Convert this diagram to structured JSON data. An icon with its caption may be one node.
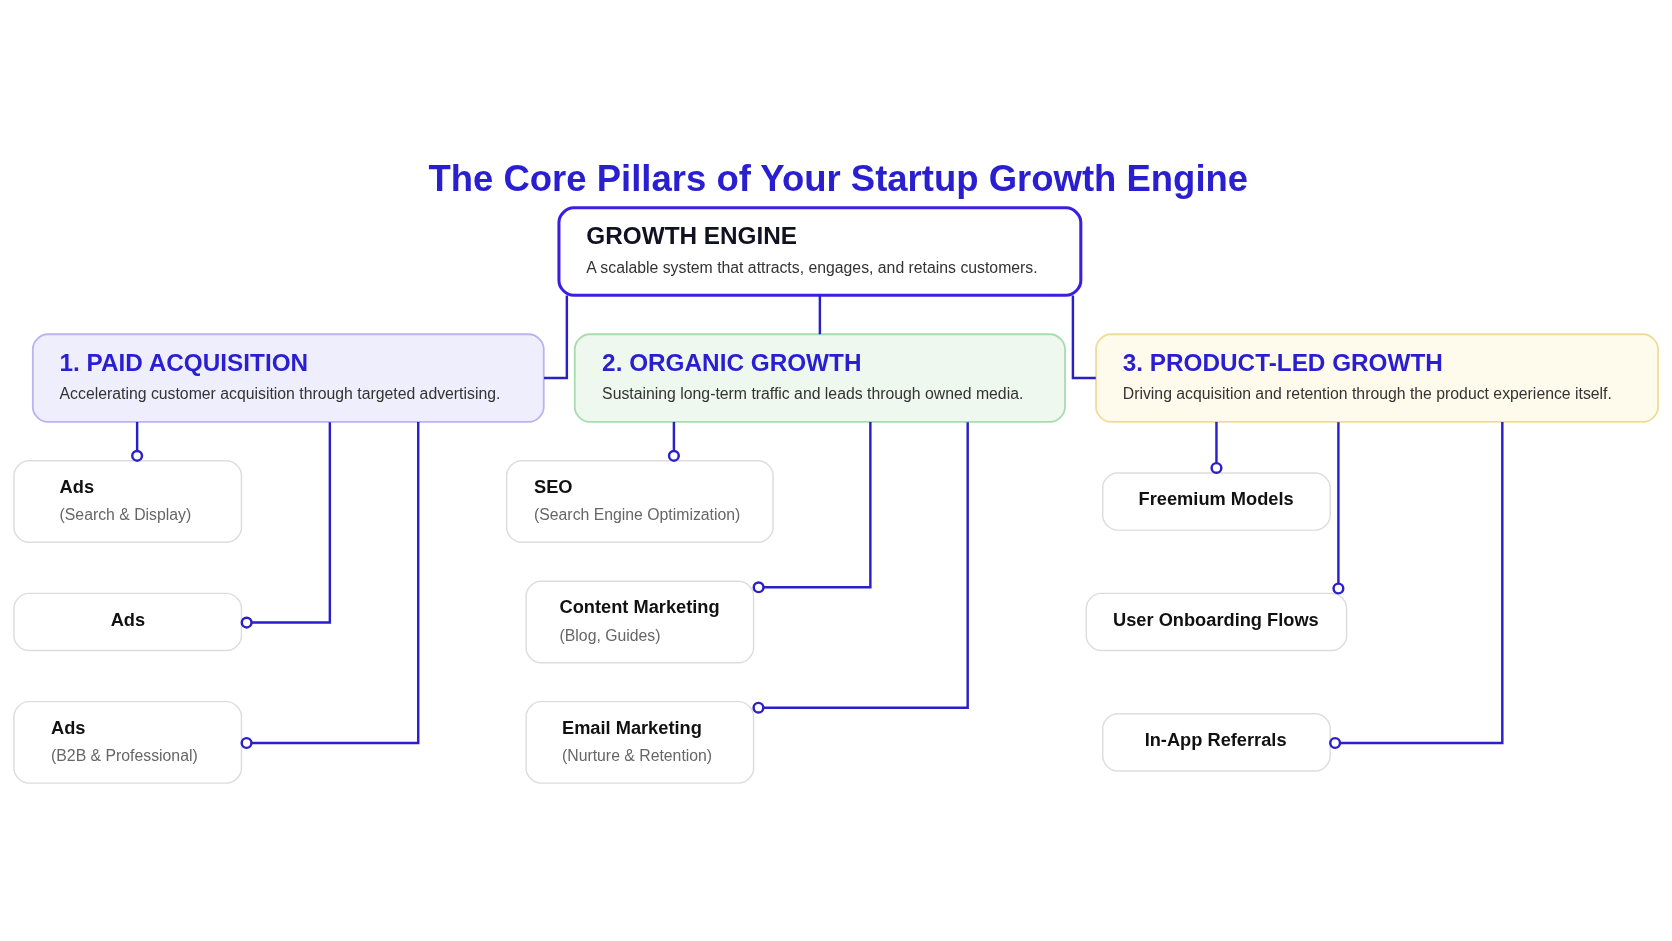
{
  "diagram": {
    "title": "The Core Pillars of Your Startup Growth Engine",
    "nodes": [
      {
        "text": [
          "GROWTH ENGINE",
          "A scalable system that attracts, engages, and retains customers."
        ]
      },
      {
        "text": [
          "1. PAID ACQUISITION",
          "Accelerating customer acquisition through targeted advertising."
        ]
      },
      {
        "text": [
          "2. ORGANIC GROWTH",
          "Sustaining long-term traffic and leads through owned media."
        ]
      },
      {
        "text": [
          "3. PRODUCT-LED GROWTH",
          "Driving acquisition and retention through the product experience itself."
        ]
      },
      {
        "text": [
          "Ads",
          "(Search & Display)"
        ]
      },
      {
        "text": [
          "Ads"
        ]
      },
      {
        "text": [
          "Ads",
          "(B2B & Professional)"
        ]
      },
      {
        "text": [
          "SEO",
          "(Search Engine Optimization)"
        ]
      },
      {
        "text": [
          "Content Marketing",
          "(Blog, Guides)"
        ]
      },
      {
        "text": [
          "Email Marketing",
          "(Nurture & Retention)"
        ]
      },
      {
        "text": [
          "Freemium Models"
        ]
      },
      {
        "text": [
          "User Onboarding Flows"
        ]
      },
      {
        "text": [
          "In-App Referrals"
        ]
      }
    ],
    "edges": [
      {
        "from": 0,
        "to": 1,
        "arrow": "none"
      },
      {
        "from": 0,
        "to": 2,
        "arrow": "none"
      },
      {
        "from": 0,
        "to": 3,
        "arrow": "none"
      },
      {
        "from": 1,
        "to": 4,
        "arrow": "other"
      },
      {
        "from": 1,
        "to": 5,
        "arrow": "other"
      },
      {
        "from": 1,
        "to": 6,
        "arrow": "other"
      },
      {
        "from": 2,
        "to": 7,
        "arrow": "other"
      },
      {
        "from": 2,
        "to": 8,
        "arrow": "other"
      },
      {
        "from": 2,
        "to": 9,
        "arrow": "other"
      },
      {
        "from": 3,
        "to": 10,
        "arrow": "other"
      },
      {
        "from": 3,
        "to": 11,
        "arrow": "other"
      },
      {
        "from": 3,
        "to": 12,
        "arrow": "other"
      }
    ]
  }
}
